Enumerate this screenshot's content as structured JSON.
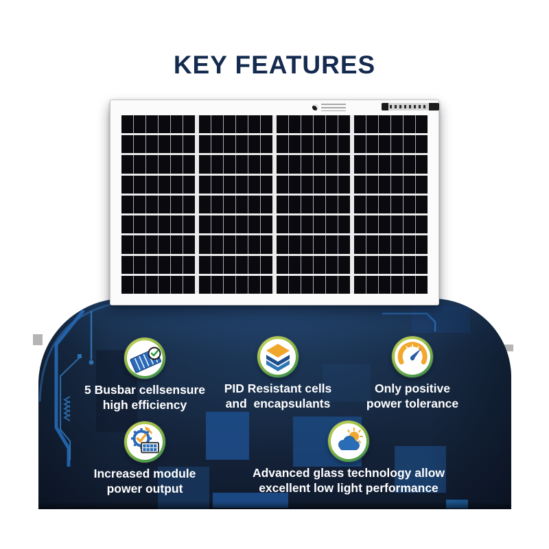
{
  "title": "KEY FEATURES",
  "colors": {
    "background": "#ffffff",
    "title_navy": "#142a4e",
    "section_navy": "#16273f",
    "circuit_blue": "#2a6ab5",
    "patch_blue": "#1d4e8c",
    "accent_orange": "#f2a72e",
    "icon_blue": "#2a6cb5",
    "ring_green_light": "#cdd95a",
    "ring_green_dark": "#2f8c4e",
    "text_white": "#ffffff"
  },
  "panel": {
    "rows": 9,
    "column_groups": 4,
    "busbars_per_cell": 5
  },
  "features": [
    {
      "icon": "solar-panel-check-icon",
      "lines": [
        "5 Busbar cellsensure",
        "high efficiency"
      ]
    },
    {
      "icon": "layers-icon",
      "lines": [
        "PID Resistant cells",
        "and  encapsulants"
      ]
    },
    {
      "icon": "gauge-icon",
      "lines": [
        "Only positive",
        "power tolerance"
      ]
    },
    {
      "icon": "gear-panel-icon",
      "lines": [
        "Increased module",
        "power output"
      ]
    },
    {
      "icon": "cloud-sun-icon",
      "lines": [
        "Advanced glass technology allow",
        "excellent low light performance"
      ]
    }
  ]
}
